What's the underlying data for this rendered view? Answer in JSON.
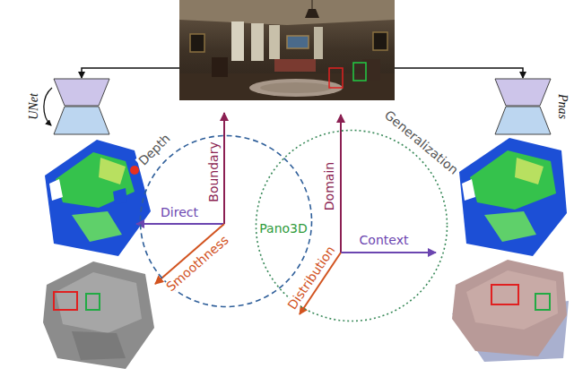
{
  "diagram": {
    "nodes": [
      {
        "text": [
          "UNet"
        ]
      },
      {
        "text": [
          "Pnas"
        ]
      },
      {
        "text": [
          "Depth"
        ]
      },
      {
        "text": [
          "Generalization"
        ]
      }
    ],
    "labels": [
      "Boundary",
      "Direct",
      "Smoothness",
      "Pano3D",
      "Domain",
      "Context",
      "Distribution"
    ]
  }
}
